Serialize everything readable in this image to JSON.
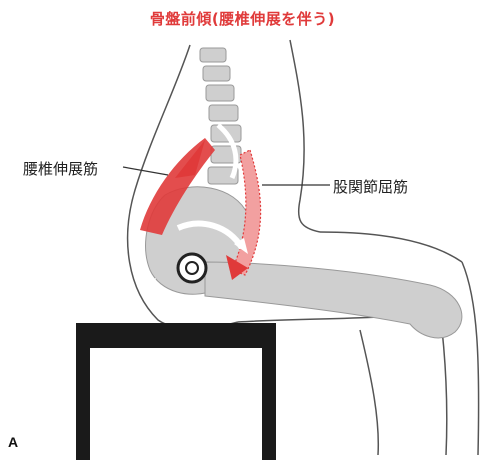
{
  "title": "骨盤前傾(腰椎伸展を伴う)",
  "labels": {
    "lumbar_extensors": "腰椎伸展筋",
    "hip_flexors": "股関節屈筋"
  },
  "panel_letter": "A",
  "colors": {
    "accent_red": "#e03a3a",
    "bone_gray": "#cfcfcf",
    "chair_black": "#1a1a1a"
  }
}
